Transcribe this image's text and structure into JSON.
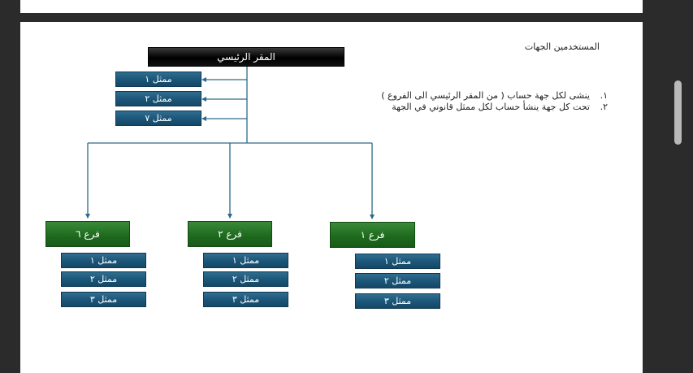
{
  "document": {
    "heading": "المستخدمين الجهات",
    "notes": [
      {
        "num": "١.",
        "text": "ينشى لكل جهة حساب ( من المقر الرئيسي الى الفروع )"
      },
      {
        "num": "٢.",
        "text": "تحت كل جهة ينشأ حساب لكل ممثل قانوني في الجهة"
      }
    ]
  },
  "chart": {
    "hq_label": "المقر الرئيسي",
    "hq_reps": [
      "ممثل ١",
      "ممثل ٢",
      "ممثل ٧"
    ],
    "branches": [
      {
        "label": "فرع ٦",
        "reps": [
          "ممثل ١",
          "ممثل ٢",
          "ممثل ٣"
        ]
      },
      {
        "label": "فرع ٢",
        "reps": [
          "ممثل ١",
          "ممثل ٢",
          "ممثل ٣"
        ]
      },
      {
        "label": "فرع ١",
        "reps": [
          "ممثل ١",
          "ممثل ٢",
          "ممثل ٣"
        ]
      }
    ]
  },
  "colors": {
    "connector": "#2d6a8a",
    "representative": "#1b5578",
    "branch": "#1f6b1f",
    "headquarters": "#000000"
  }
}
